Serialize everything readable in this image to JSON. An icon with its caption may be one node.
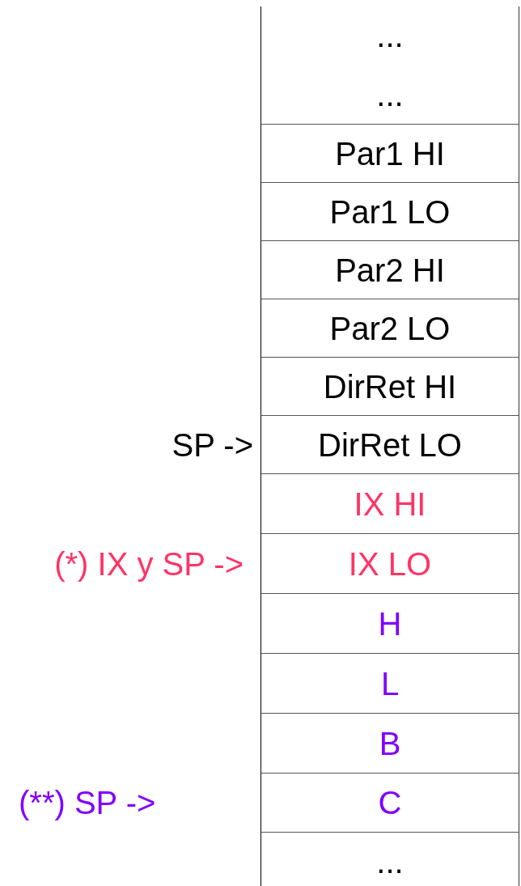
{
  "diagram": {
    "nodes": [
      {
        "text": [
          "...",
          "..."
        ]
      },
      {
        "text": [
          "Par1 HI"
        ]
      },
      {
        "text": [
          "Par1 LO"
        ]
      },
      {
        "text": [
          "Par2 HI"
        ]
      },
      {
        "text": [
          "Par2 LO"
        ]
      },
      {
        "text": [
          "DirRet HI"
        ]
      },
      {
        "text": [
          "DirRet LO"
        ],
        "beside": [
          "SP ->"
        ]
      },
      {
        "text": [
          "IX HI"
        ]
      },
      {
        "text": [
          "IX LO"
        ],
        "beside": [
          "(*) IX y SP ->"
        ]
      },
      {
        "text": [
          "H"
        ]
      },
      {
        "text": [
          "L"
        ]
      },
      {
        "text": [
          "B"
        ]
      },
      {
        "text": [
          "C"
        ],
        "beside": [
          "(**) SP ->"
        ]
      },
      {
        "text": [
          "..."
        ]
      }
    ],
    "edges": []
  }
}
